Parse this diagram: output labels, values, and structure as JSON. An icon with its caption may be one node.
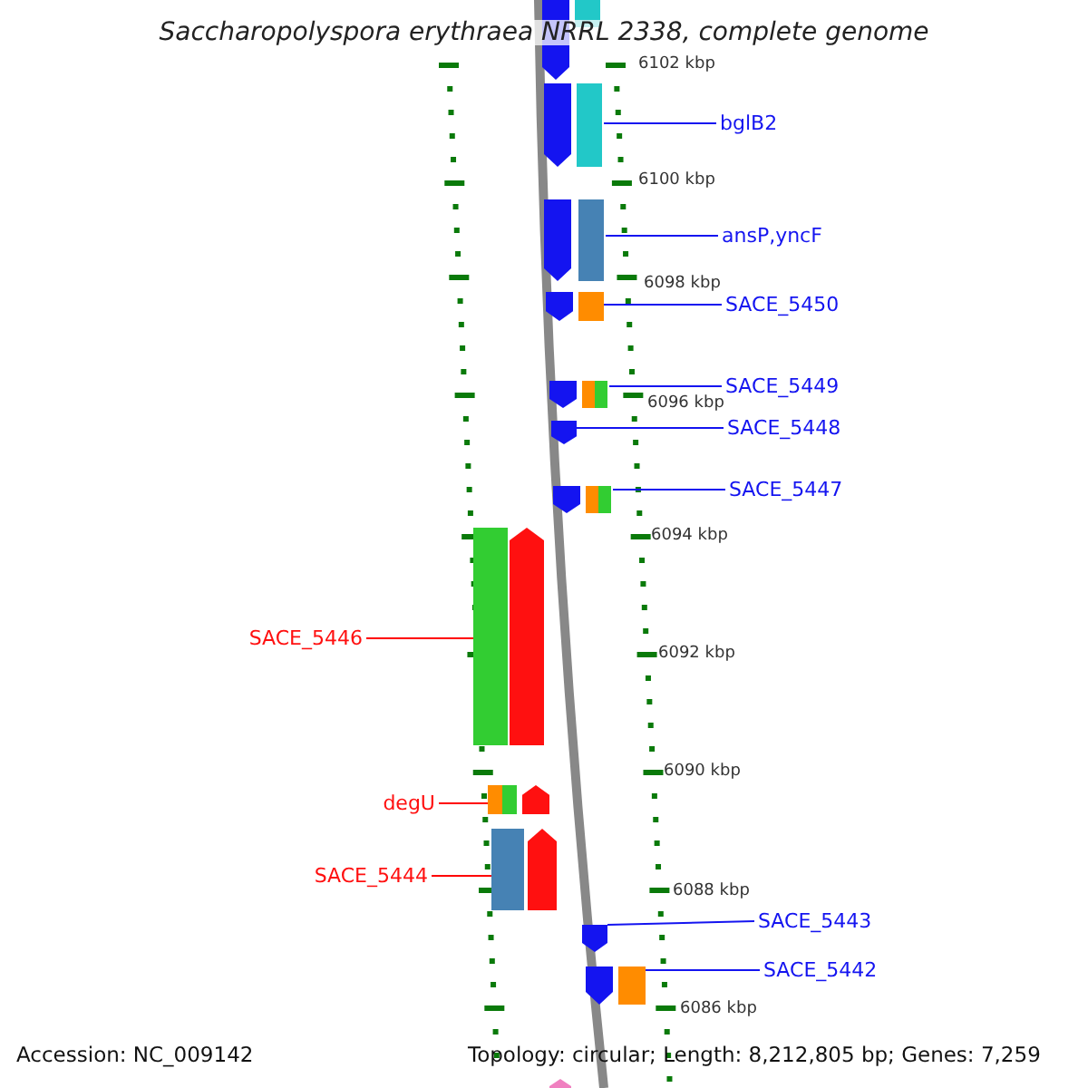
{
  "diagram": {
    "title": "Saccharopolyspora erythraea NRRL 2338, complete genome",
    "nodes": [
      {
        "text": [
          "bglB2"
        ]
      },
      {
        "text": [],
        "shape": "bar"
      },
      {
        "text": [
          "ansP,yncF"
        ]
      },
      {
        "text": [],
        "shape": "bar"
      },
      {
        "text": [
          "SACE_5450"
        ]
      },
      {
        "text": [],
        "shape": "bar"
      },
      {
        "text": [
          "SACE_5449"
        ]
      },
      {
        "text": [],
        "shape": "bar"
      },
      {
        "text": [
          "SACE_5448"
        ]
      },
      {
        "text": [],
        "shape": "bar"
      },
      {
        "text": [
          "SACE_5447"
        ]
      },
      {
        "text": [],
        "shape": "bar"
      },
      {
        "text": [
          "SACE_5446"
        ]
      },
      {
        "text": [],
        "shape": "bar"
      },
      {
        "text": [
          "degU"
        ]
      },
      {
        "text": [],
        "shape": "bar"
      },
      {
        "text": [
          "SACE_5444"
        ]
      },
      {
        "text": [],
        "shape": "bar"
      },
      {
        "text": [
          "SACE_5443"
        ]
      },
      {
        "text": [],
        "shape": "bar"
      },
      {
        "text": [
          "SACE_5442"
        ]
      },
      {
        "text": [],
        "shape": "bar"
      }
    ],
    "edges": [
      {
        "from": 0,
        "to": 1,
        "arrow": "none"
      },
      {
        "from": 2,
        "to": 3,
        "arrow": "none"
      },
      {
        "from": 4,
        "to": 5,
        "arrow": "none"
      },
      {
        "from": 6,
        "to": 7,
        "arrow": "none"
      },
      {
        "from": 8,
        "to": 9,
        "arrow": "none"
      },
      {
        "from": 10,
        "to": 11,
        "arrow": "none"
      },
      {
        "from": 12,
        "to": 13,
        "arrow": "none",
        "color": "#ff0000"
      },
      {
        "from": 14,
        "to": 15,
        "arrow": "none",
        "color": "#ff0000"
      },
      {
        "from": 16,
        "to": 17,
        "arrow": "none",
        "color": "#ff0000"
      },
      {
        "from": 18,
        "to": 19,
        "arrow": "none"
      },
      {
        "from": 20,
        "to": 21,
        "arrow": "none"
      }
    ],
    "labels": [
      "6102 kbp",
      "6100 kbp",
      "6098 kbp",
      "6096 kbp",
      "6094 kbp",
      "6092 kbp",
      "6090 kbp",
      "6088 kbp",
      "6086 kbp",
      "Accession: NC_009142",
      "Topology: circular; Length: 8,212,805 bp; Genes: 7,259"
    ]
  }
}
